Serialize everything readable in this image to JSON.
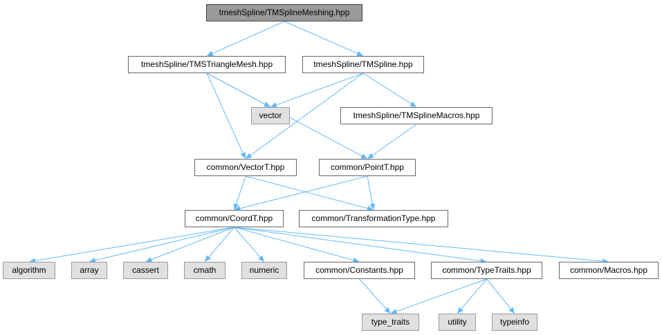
{
  "graph": {
    "edge_color": "#63b8ff",
    "nodes": [
      {
        "id": "n0",
        "label": "tmeshSpline/TMSplineMeshing.hpp",
        "kind": "root"
      },
      {
        "id": "n1",
        "label": "tmeshSpline/TMSTriangleMesh.hpp",
        "kind": "file"
      },
      {
        "id": "n2",
        "label": "tmeshSpline/TMSpline.hpp",
        "kind": "file"
      },
      {
        "id": "n3",
        "label": "vector",
        "kind": "sys"
      },
      {
        "id": "n4",
        "label": "tmeshSpline/TMSplineMacros.hpp",
        "kind": "file"
      },
      {
        "id": "n5",
        "label": "common/VectorT.hpp",
        "kind": "file"
      },
      {
        "id": "n6",
        "label": "common/PointT.hpp",
        "kind": "file"
      },
      {
        "id": "n7",
        "label": "common/CoordT.hpp",
        "kind": "file"
      },
      {
        "id": "n8",
        "label": "common/TransformationType.hpp",
        "kind": "file"
      },
      {
        "id": "n9",
        "label": "algorithm",
        "kind": "sys"
      },
      {
        "id": "n10",
        "label": "array",
        "kind": "sys"
      },
      {
        "id": "n11",
        "label": "cassert",
        "kind": "sys"
      },
      {
        "id": "n12",
        "label": "cmath",
        "kind": "sys"
      },
      {
        "id": "n13",
        "label": "numeric",
        "kind": "sys"
      },
      {
        "id": "n14",
        "label": "common/Constants.hpp",
        "kind": "file"
      },
      {
        "id": "n15",
        "label": "common/TypeTraits.hpp",
        "kind": "file"
      },
      {
        "id": "n16",
        "label": "common/Macros.hpp",
        "kind": "file"
      },
      {
        "id": "n17",
        "label": "type_traits",
        "kind": "sys"
      },
      {
        "id": "n18",
        "label": "utility",
        "kind": "sys"
      },
      {
        "id": "n19",
        "label": "typeinfo",
        "kind": "sys"
      }
    ],
    "edges": [
      [
        "n0",
        "n1"
      ],
      [
        "n0",
        "n2"
      ],
      [
        "n1",
        "n3"
      ],
      [
        "n1",
        "n5"
      ],
      [
        "n1",
        "n6"
      ],
      [
        "n2",
        "n3"
      ],
      [
        "n2",
        "n4"
      ],
      [
        "n2",
        "n5"
      ],
      [
        "n4",
        "n6"
      ],
      [
        "n5",
        "n7"
      ],
      [
        "n5",
        "n8"
      ],
      [
        "n6",
        "n7"
      ],
      [
        "n6",
        "n8"
      ],
      [
        "n7",
        "n9"
      ],
      [
        "n7",
        "n10"
      ],
      [
        "n7",
        "n11"
      ],
      [
        "n7",
        "n12"
      ],
      [
        "n7",
        "n13"
      ],
      [
        "n7",
        "n14"
      ],
      [
        "n7",
        "n15"
      ],
      [
        "n7",
        "n16"
      ],
      [
        "n14",
        "n17"
      ],
      [
        "n15",
        "n17"
      ],
      [
        "n15",
        "n18"
      ],
      [
        "n15",
        "n19"
      ]
    ]
  }
}
